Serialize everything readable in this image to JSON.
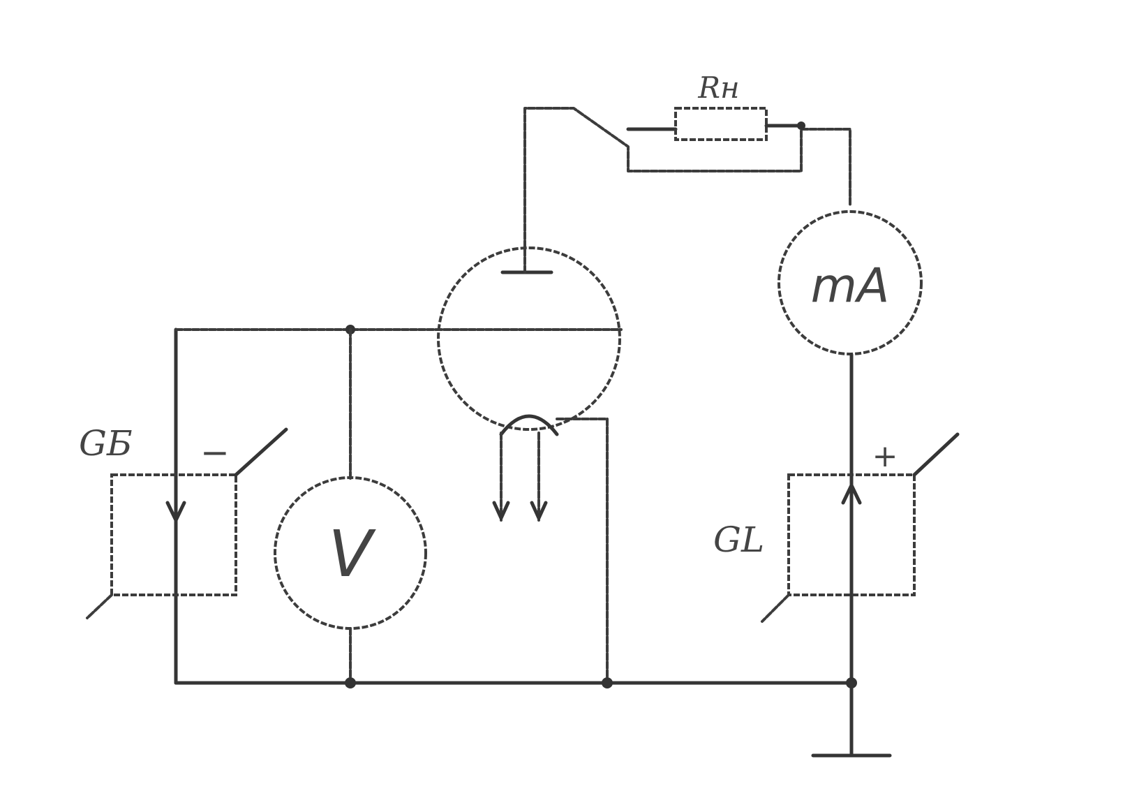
{
  "labels": {
    "load_resistor": "Rн",
    "grid_battery": "GБ",
    "anode_battery": "GL",
    "voltmeter": "V",
    "milliammeter": "mA",
    "grid_battery_sign": "−",
    "anode_battery_sign": "+"
  },
  "colors": {
    "ink": "#3c3c3c",
    "paper": "#ffffff"
  }
}
